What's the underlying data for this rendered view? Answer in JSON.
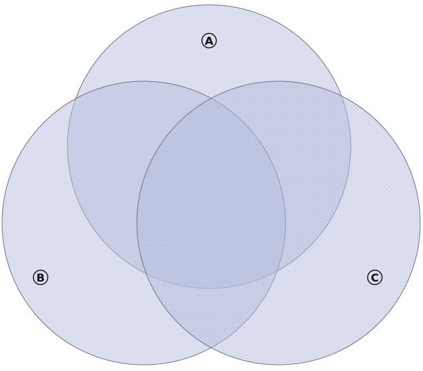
{
  "diagram": {
    "type": "venn",
    "colors": {
      "fill": "#b6bedd",
      "stroke": "#6e7384",
      "label": "#111111",
      "background": "#ffffff"
    },
    "sets": [
      {
        "id": "a",
        "label": "A"
      },
      {
        "id": "b",
        "label": "B"
      },
      {
        "id": "c",
        "label": "C"
      }
    ]
  }
}
